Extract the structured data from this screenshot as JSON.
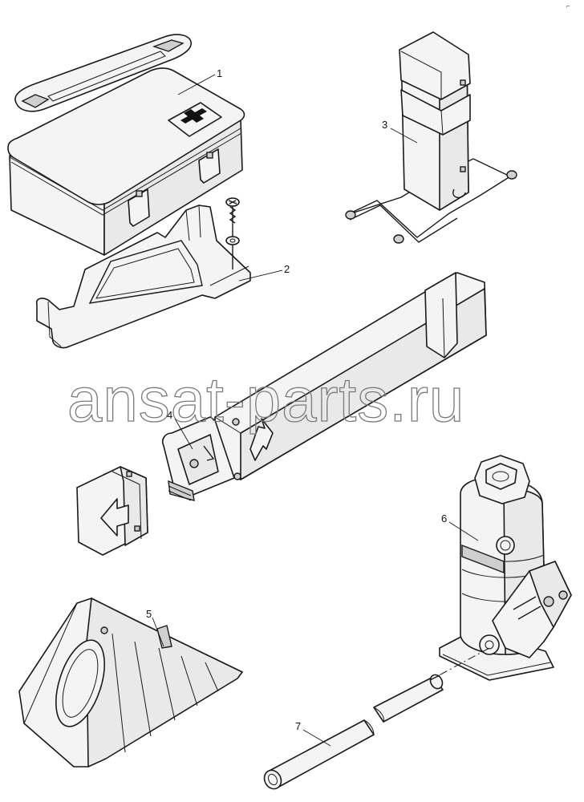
{
  "watermark": "ansat-parts.ru",
  "corner_mark": "⌐",
  "callouts": [
    {
      "label": "1",
      "part": "first-aid-kit"
    },
    {
      "label": "2",
      "part": "first-aid-kit-bracket"
    },
    {
      "label": "3",
      "part": "warning-triangle-case"
    },
    {
      "label": "4",
      "part": "warning-triangle-tube"
    },
    {
      "label": "5",
      "part": "wheel-chock"
    },
    {
      "label": "6",
      "part": "bottle-jack"
    },
    {
      "label": "7",
      "part": "jack-handle"
    }
  ]
}
